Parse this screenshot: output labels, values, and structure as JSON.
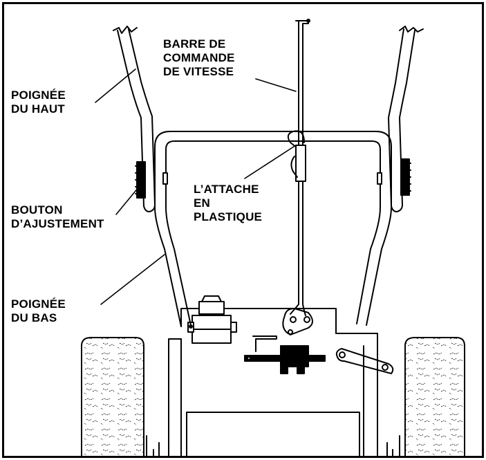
{
  "labels": {
    "speed_bar": [
      "BARRE DE",
      "COMMANDE",
      "DE VITESSE"
    ],
    "upper_handle": [
      "POIGNÉE",
      "DU HAUT"
    ],
    "plastic_tie": [
      "L’ATTACHE",
      "EN",
      "PLASTIQUE"
    ],
    "adjust_knob": [
      "BOUTON",
      "D’AJUSTEMENT"
    ],
    "lower_handle": [
      "POIGNÉE",
      "DU BAS"
    ]
  },
  "colors": {
    "ink": "#000000",
    "paper": "#ffffff"
  }
}
